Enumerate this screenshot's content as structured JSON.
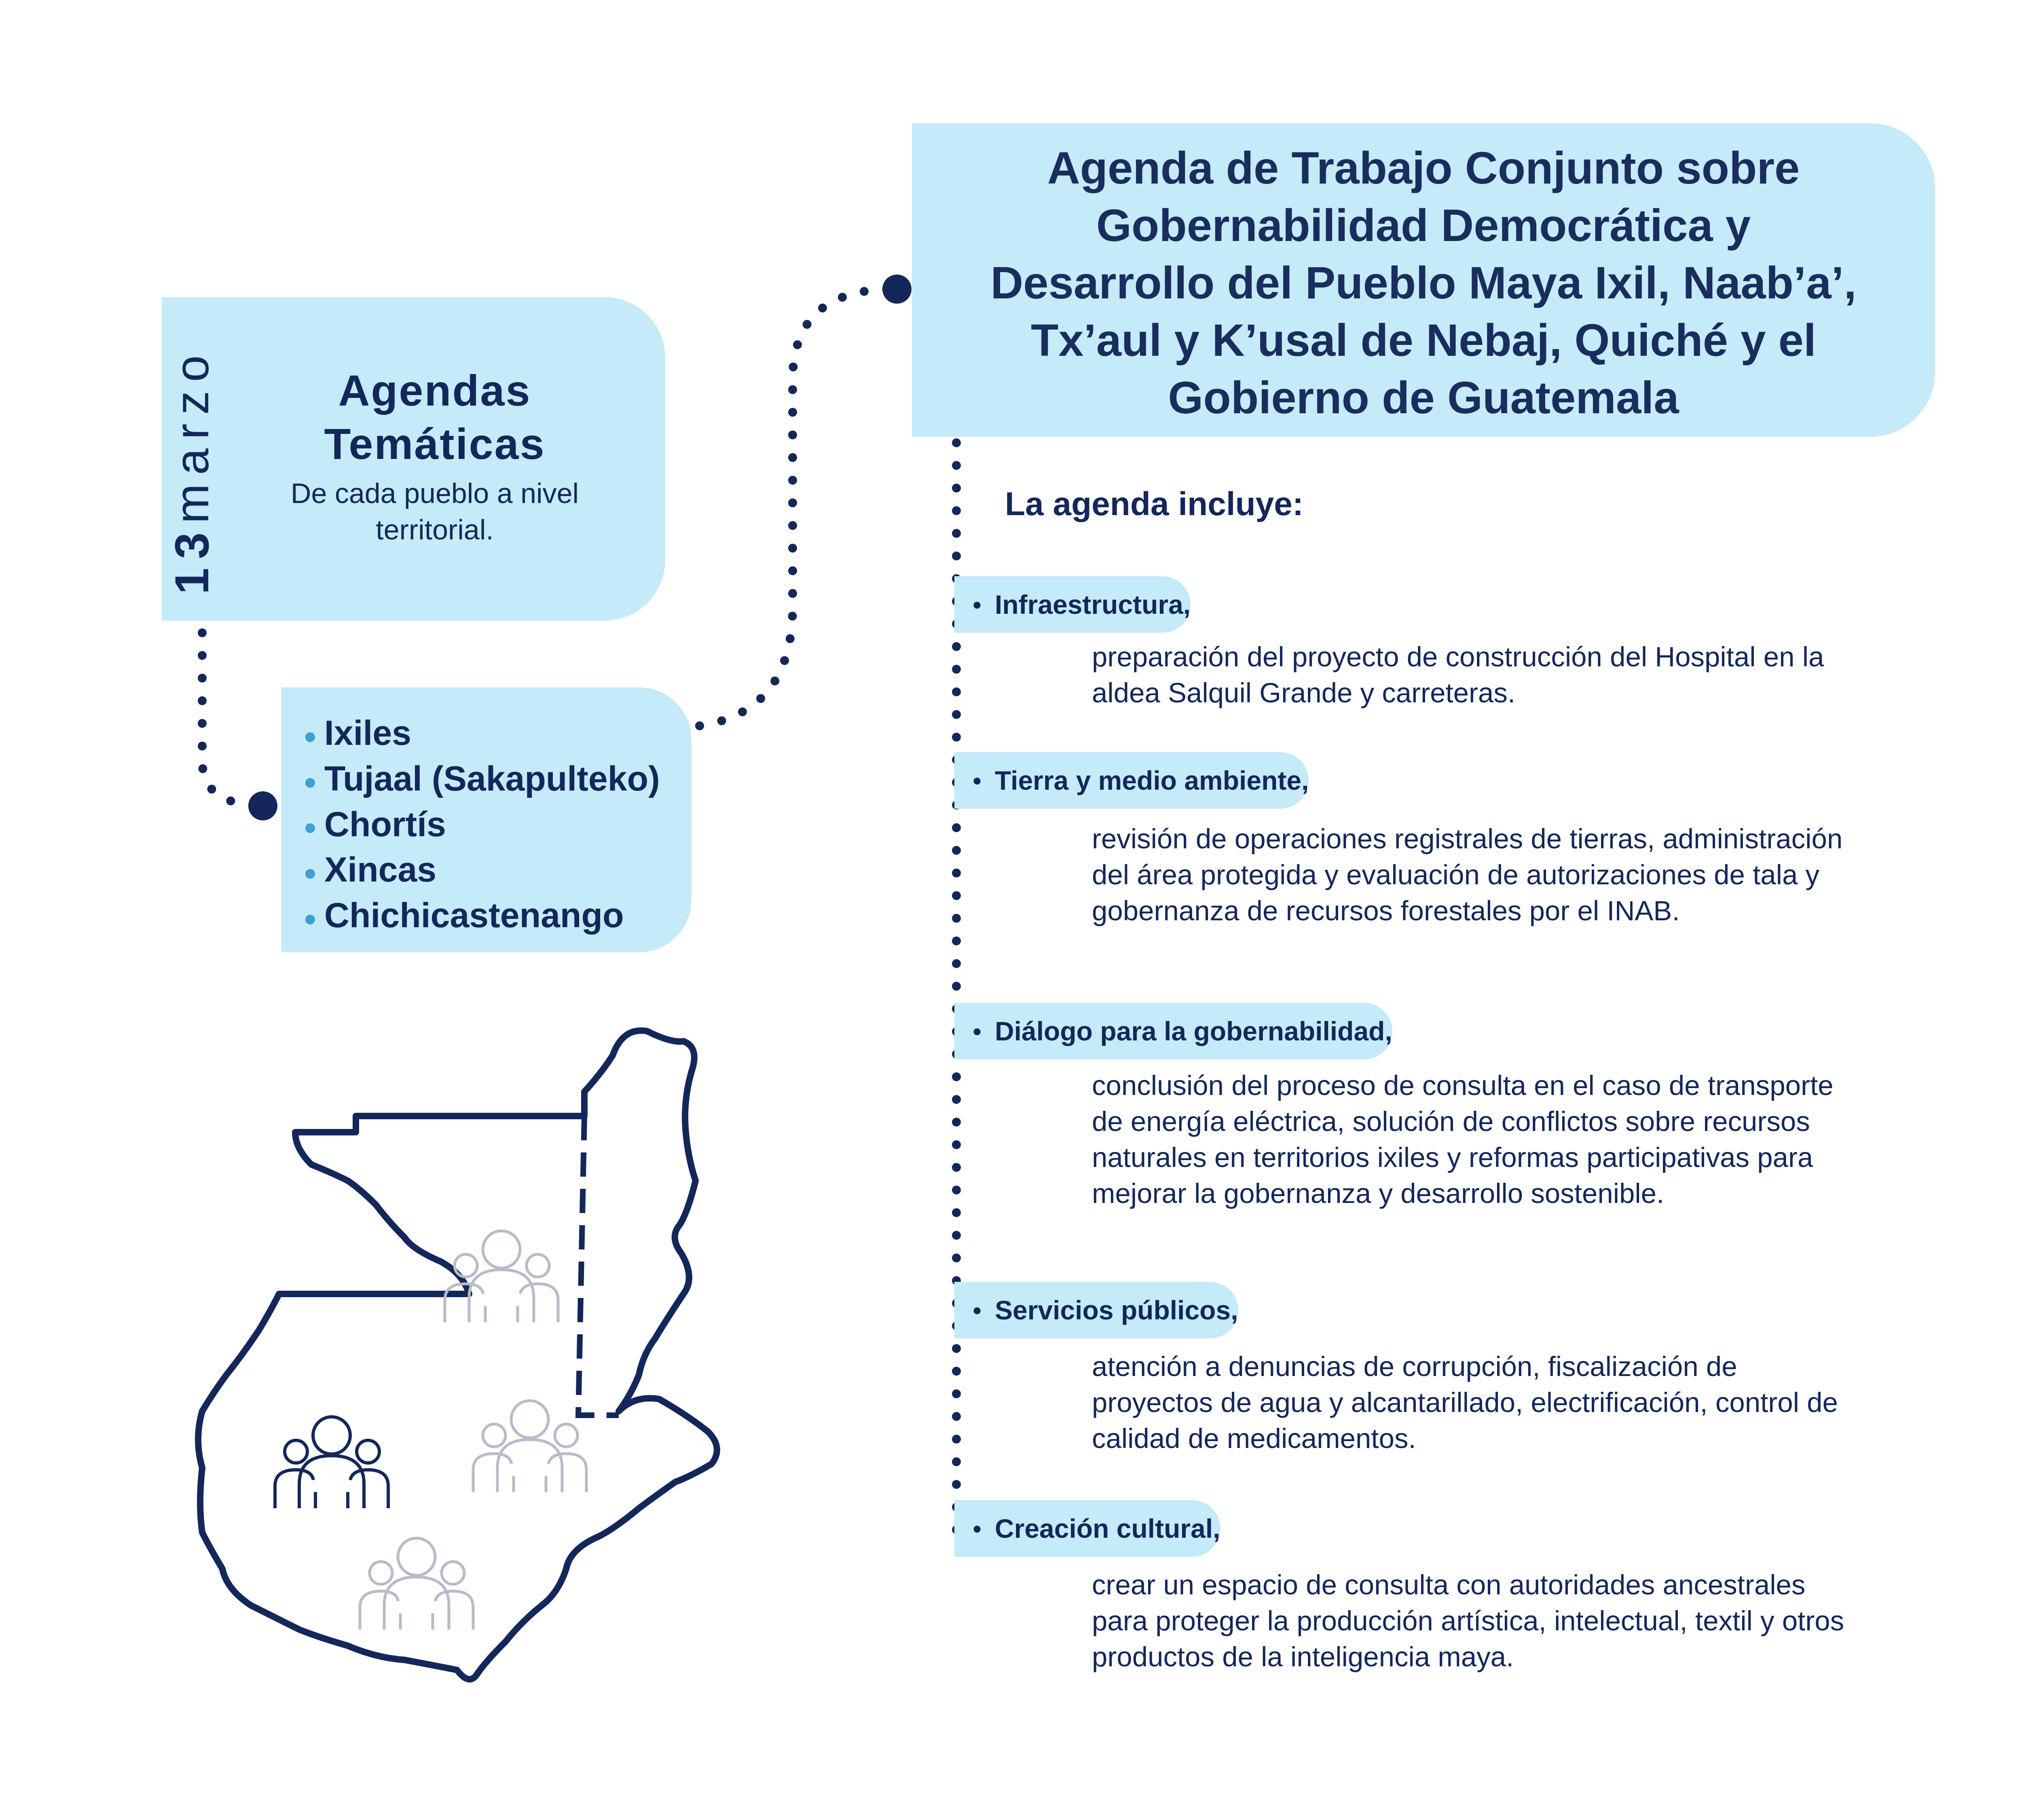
{
  "date": {
    "day": "13",
    "month": "marzo"
  },
  "topic": {
    "title": "Agendas Temáticas",
    "subtitle": "De cada pueblo a nivel territorial."
  },
  "peoples": [
    "Ixiles",
    "Tujaal (Sakapulteko)",
    "Chortís",
    "Xincas",
    "Chichicastenango"
  ],
  "main_title": {
    "line1": "Agenda de Trabajo Conjunto sobre",
    "line2": "Gobernabilidad Democrática y",
    "line3_regular": "Desarrollo ",
    "line3_bold": "del Pueblo Maya Ixil, Naab’a’,",
    "line4_bold": "Tx’aul y K’usal de Nebaj, Quiché",
    "line4_regular": " y el",
    "line5": "Gobierno de Guatemala"
  },
  "intro": "La agenda incluye:",
  "items": [
    {
      "title": "Infraestructura,",
      "description": "preparación del proyecto de construcción del Hospital en la aldea Salquil Grande y carreteras."
    },
    {
      "title": "Tierra y medio ambiente,",
      "description": "revisión de operaciones registrales de tierras, administración del área protegida y evaluación de autorizaciones de tala y gobernanza de recursos forestales por el INAB."
    },
    {
      "title": "Diálogo para la gobernabilidad,",
      "description": "conclusión del proceso de consulta en el caso de transporte de energía eléctrica, solución de conflictos sobre recursos naturales en territorios ixiles y reformas participativas para mejorar la gobernanza y desarrollo sostenible."
    },
    {
      "title": "Servicios públicos,",
      "description": "atención a denuncias de corrupción, fiscalización de proyectos de agua y alcantarillado, electrificación, control de calidad de medicamentos."
    },
    {
      "title": "Creación cultural,",
      "description": "crear un espacio de consulta con autoridades ancestrales para proteger la producción artística, intelectual, textil y otros productos de la inteligencia maya."
    }
  ],
  "colors": {
    "navy": "#14275a",
    "light_blue": "#c5eaf8",
    "bullet_blue": "#3f9fd6",
    "icon_gray": "#b7bcc8"
  }
}
